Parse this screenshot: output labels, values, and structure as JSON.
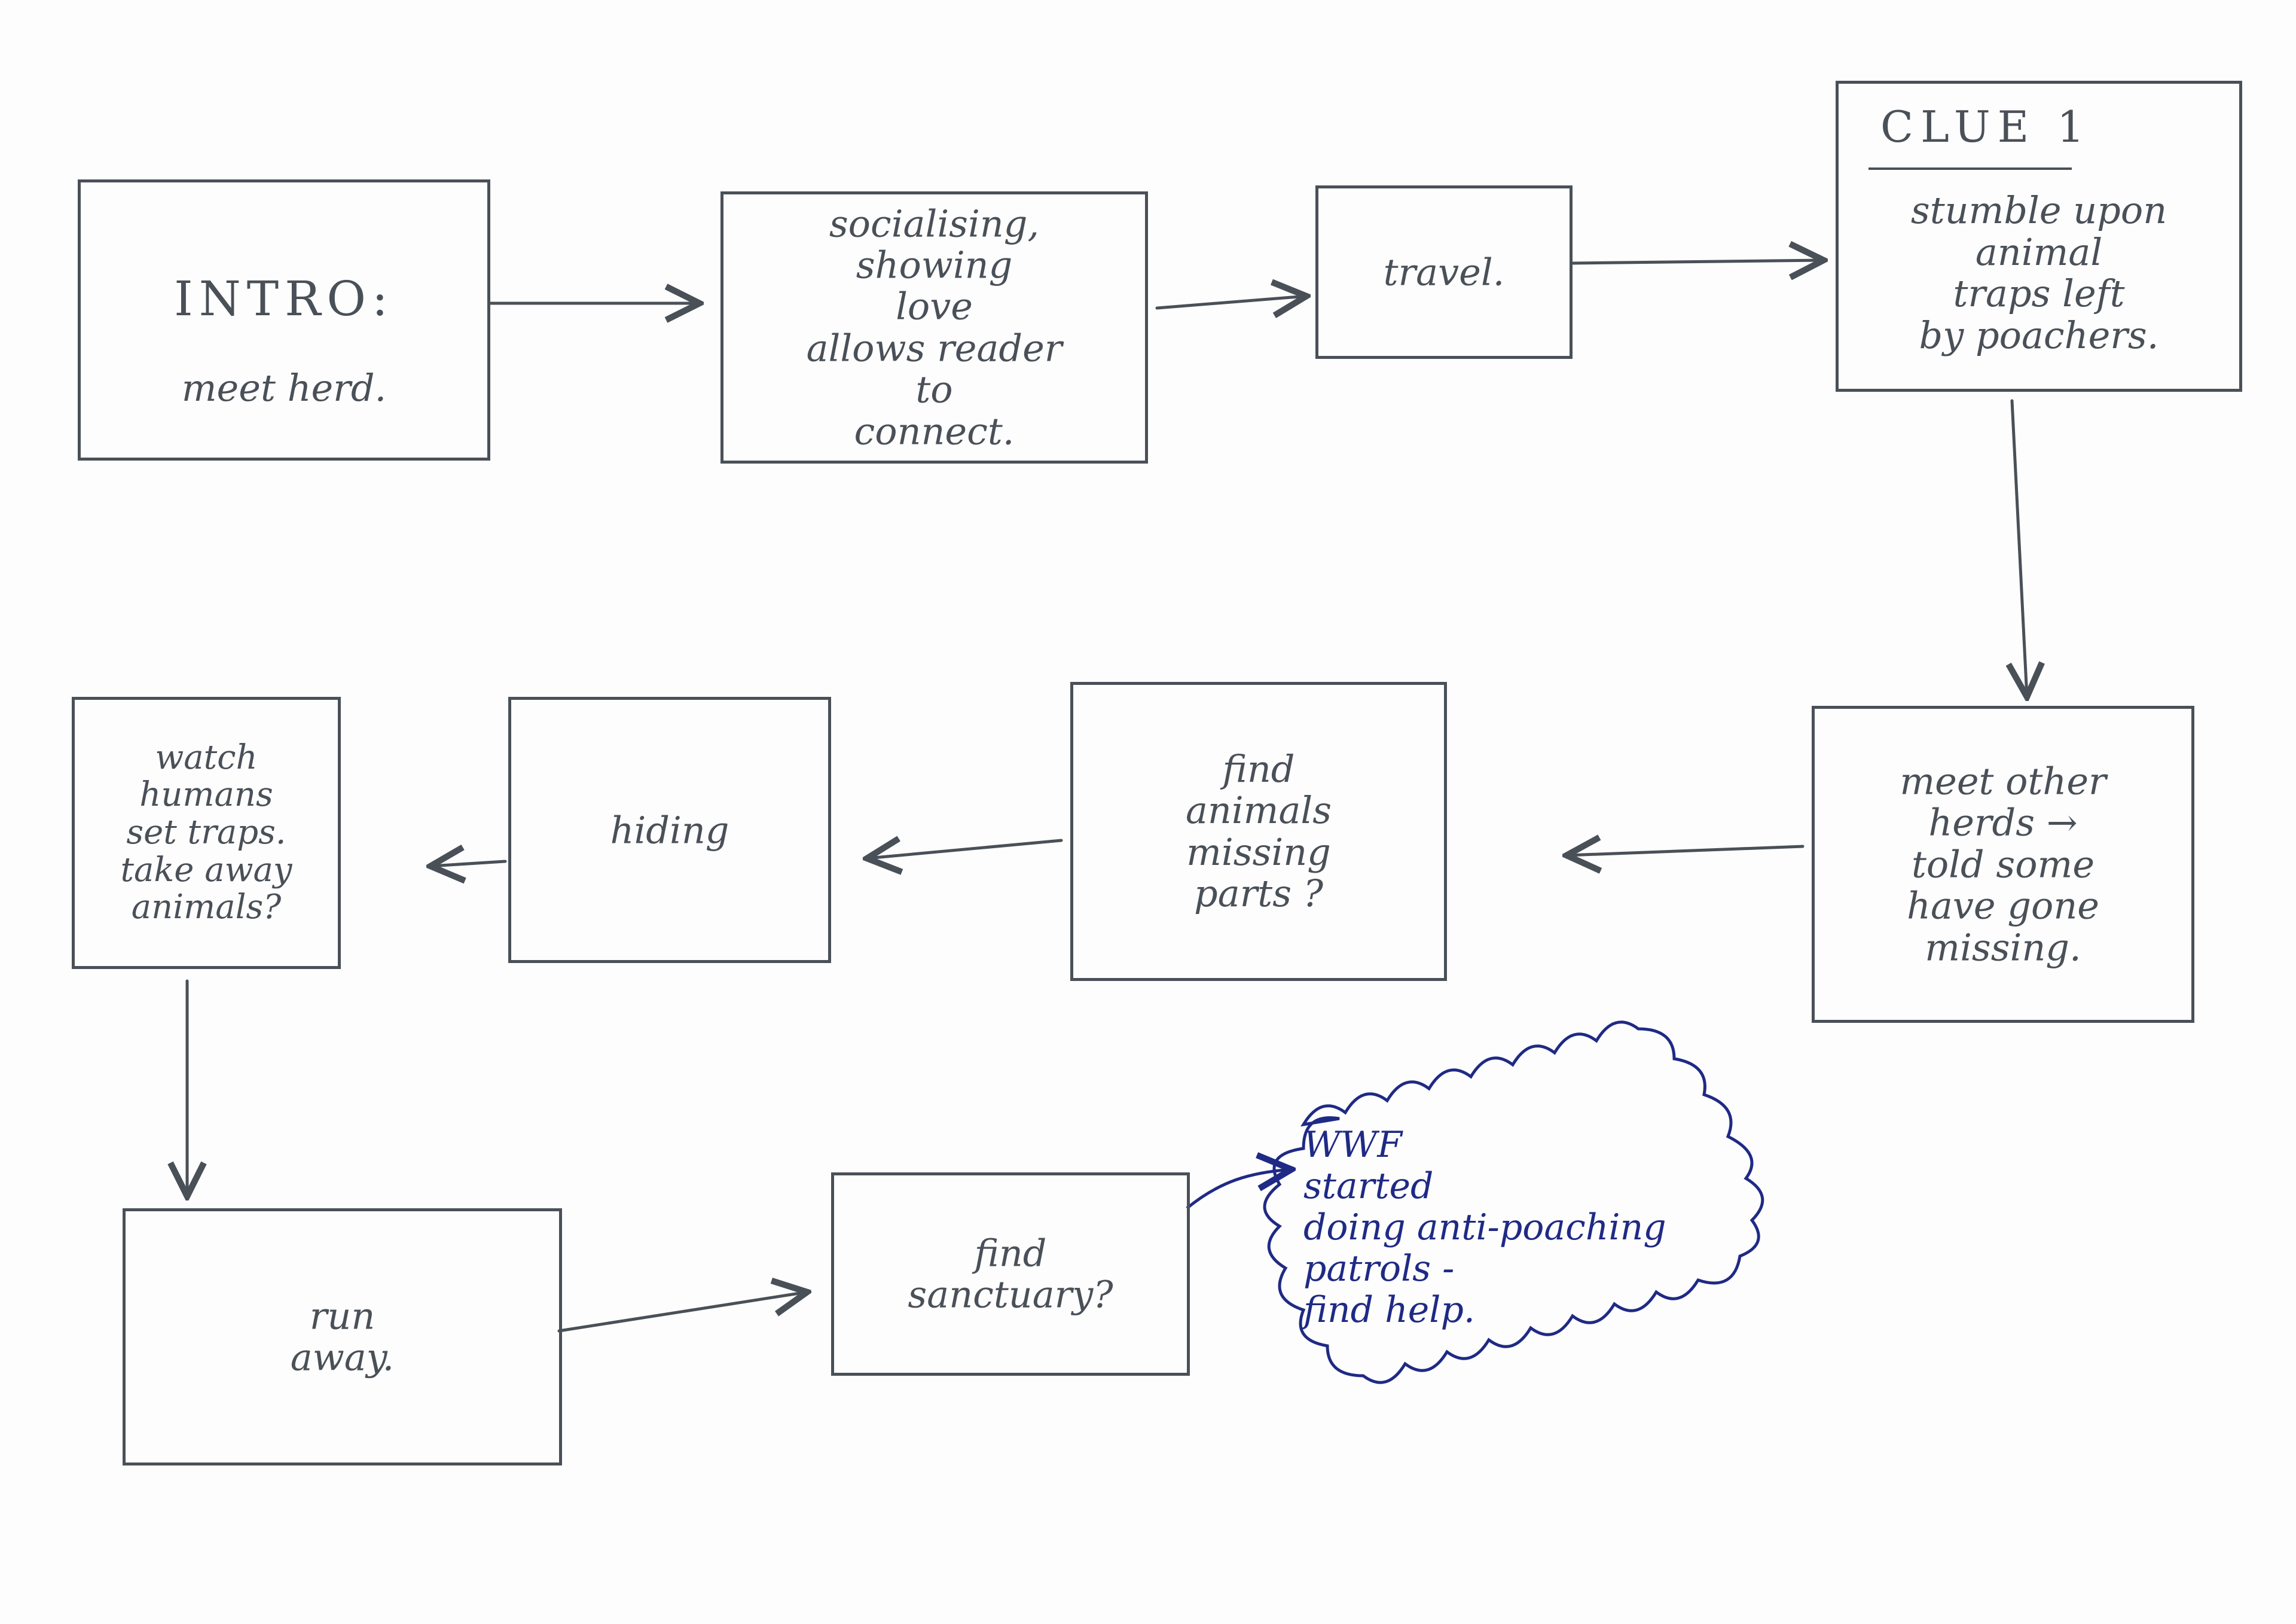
{
  "nodes": {
    "intro_title": "INTRO:",
    "intro_body": "meet herd.",
    "socialising": "socialising,\nshowing\nlove\nallows reader\nto\nconnect.",
    "travel": "travel.",
    "clue_title": "CLUE 1",
    "clue_body": "stumble upon\nanimal\ntraps left\nby poachers.",
    "meet_herds": "meet other\nherds →\ntold some\nhave gone\nmissing.",
    "find_animals": "find\nanimals\nmissing\nparts ?",
    "hiding": "hiding",
    "watch_humans": "watch\nhumans\nset traps.\ntake away\nanimals?",
    "run_away": "run\naway.",
    "sanctuary": "find\nsanctuary?"
  },
  "cloud": {
    "text": "WWF\nstarted\ndoing anti-poaching\npatrols -\nfind help."
  },
  "colors": {
    "pencil": "#4a5058",
    "ink": "#1f2a85",
    "paper": "#fdfdfd"
  }
}
